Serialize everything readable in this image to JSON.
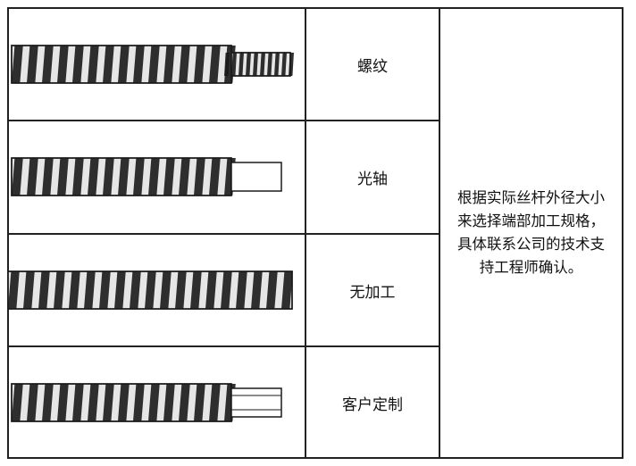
{
  "rows": [
    {
      "type_label": "螺纹",
      "end": "threaded",
      "image_icon": "threaded-end-screw-icon"
    },
    {
      "type_label": "光轴",
      "end": "plain-shaft",
      "image_icon": "plain-shaft-screw-icon"
    },
    {
      "type_label": "无加工",
      "end": "none",
      "image_icon": "unmachined-screw-icon"
    },
    {
      "type_label": "客户定制",
      "end": "custom",
      "image_icon": "custom-end-screw-icon"
    }
  ],
  "note": "根据实际丝杆外径大小来选择端部加工规格，具体联系公司的技术支持工程师确认。",
  "colors": {
    "line": "#222222",
    "thread_dark": "#1a1a1a",
    "thread_light": "#e6e6e6"
  }
}
